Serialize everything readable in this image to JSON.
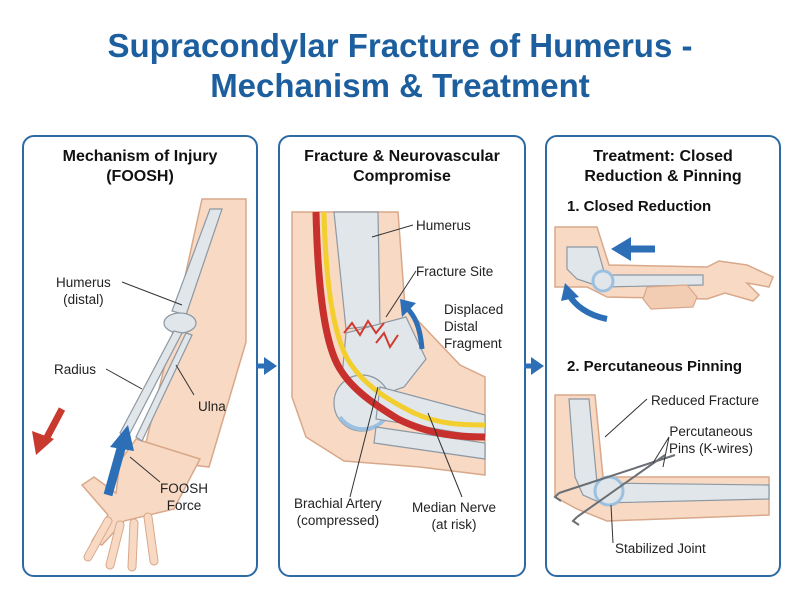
{
  "title": {
    "line1": "Supracondylar Fracture of Humerus -",
    "line2": "Mechanism & Treatment"
  },
  "panel_injury": {
    "title_line1": "Mechanism of Injury",
    "title_line2": "(FOOSH)",
    "humerus_line1": "Humerus",
    "humerus_line2": "(distal)",
    "radius": "Radius",
    "ulna": "Ulna",
    "force_line1": "FOOSH",
    "force_line2": "Force"
  },
  "panel_fracture": {
    "title_line1": "Fracture & Neurovascular",
    "title_line2": "Compromise",
    "humerus": "Humerus",
    "fracture_site": "Fracture Site",
    "displaced_line1": "Displaced",
    "displaced_line2": "Distal",
    "displaced_line3": "Fragment",
    "artery_line1": "Brachial Artery",
    "artery_line2": "(compressed)",
    "nerve_line1": "Median Nerve",
    "nerve_line2": "(at risk)"
  },
  "panel_treatment": {
    "title_line1": "Treatment: Closed",
    "title_line2": "Reduction & Pinning",
    "step1": "1. Closed Reduction",
    "step2": "2. Percutaneous Pinning",
    "reduced": "Reduced Fracture",
    "pins_line1": "Percutaneous",
    "pins_line2": "Pins (K-wires)",
    "stabilized": "Stabilized Joint"
  },
  "colors": {
    "title": "#1d5f9e",
    "border": "#2b6aa3",
    "skin": "#f7d9c4",
    "bone": "#e1e6ea",
    "artery": "#c7302c",
    "nerve": "#f2cf2e",
    "arrow_blue": "#2c6fb7",
    "arrow_red": "#c93a2e"
  }
}
